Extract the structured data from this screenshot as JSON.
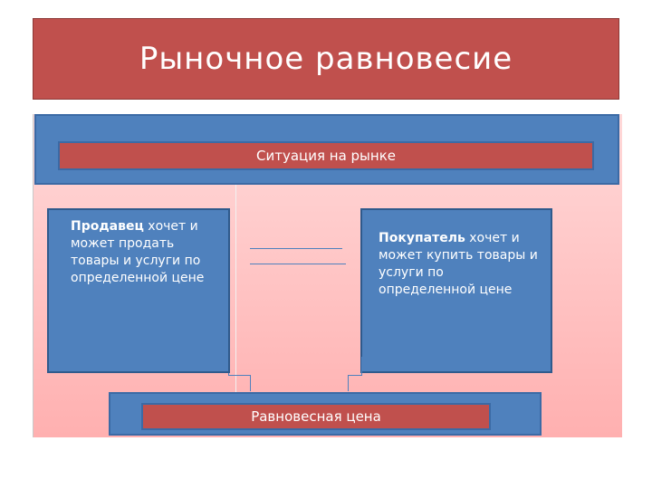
{
  "slide": {
    "title": "Рыночное равновесие"
  },
  "diagram": {
    "situation_label": "Ситуация на рынке",
    "seller": {
      "keyword": "Продавец",
      "text": "хочет и может продать товары и услуги по определенной цене"
    },
    "buyer": {
      "keyword": "Покупатель",
      "text": "хочет и может купить товары и услуги по определенной цене"
    },
    "result_label": "Равновесная цена"
  },
  "colors": {
    "title_red": "#c0504d",
    "box_blue": "#4f81bd",
    "panel_pink": "#ffd9d9"
  }
}
